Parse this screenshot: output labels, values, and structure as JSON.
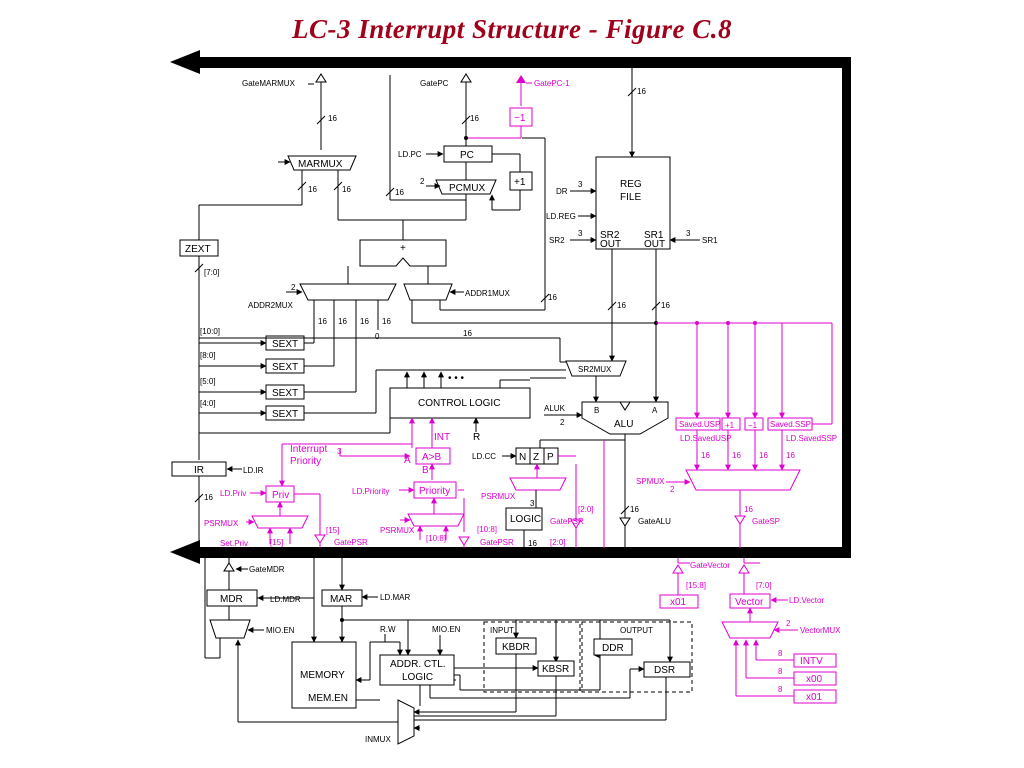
{
  "title": "LC-3 Interrupt Structure  -  Figure C.8",
  "colors": {
    "title": "#a0001a",
    "datapath": "#000000",
    "interrupt_logic": "#e000d0"
  },
  "labels": {
    "gate_marmux": "GateMARMUX",
    "gate_pc": "GatePC",
    "gate_pc_minus1": "GatePC-1",
    "minus_one": "−1",
    "plus_one": "+1",
    "ld_pc": "LD.PC",
    "pc": "PC",
    "pcmux": "PCMUX",
    "marmux": "MARMUX",
    "zext": "ZEXT",
    "seven_zero": "[7:0]",
    "adder": "+",
    "addr2mux": "ADDR2MUX",
    "addr1mux": "ADDR1MUX",
    "ten_zero": "[10:0]",
    "eight_zero": "[8:0]",
    "five_zero": "[5:0]",
    "four_zero": "[4:0]",
    "sext": "SEXT",
    "zero": "0",
    "reg_file_1": "REG",
    "reg_file_2": "FILE",
    "dr": "DR",
    "ld_reg": "LD.REG",
    "sr2": "SR2",
    "sr1": "SR1",
    "sr2_out_1": "SR2",
    "sr2_out_2": "OUT",
    "sr1_out_1": "SR1",
    "sr1_out_2": "OUT",
    "sr2mux": "SR2MUX",
    "control_logic": "CONTROL LOGIC",
    "dots": "• • •",
    "aluk": "ALUK",
    "alu": "ALU",
    "a": "A",
    "b": "B",
    "int": "INT",
    "r": "R",
    "interrupt_priority_1": "Interrupt",
    "interrupt_priority_2": "Priority",
    "a_gt_b": "A>B",
    "ir": "IR",
    "ld_ir": "LD.IR",
    "ld_priv": "LD.Priv",
    "priv": "Priv",
    "psrmux": "PSRMUX",
    "set_priv": "Set.Priv",
    "fifteen_bracket": "[15]",
    "gate_psr": "GatePSR",
    "ld_priority": "LD.Priority",
    "priority": "Priority",
    "ten_eight": "[10:8]",
    "ld_cc": "LD.CC",
    "n": "N",
    "z": "Z",
    "p": "P",
    "logic": "LOGIC",
    "two_zero": "[2:0]",
    "gate_alu": "GateALU",
    "saved_usp": "Saved.USP",
    "saved_ssp": "Saved.SSP",
    "ld_saved_usp": "LD.SavedUSP",
    "ld_saved_ssp": "LD.SavedSSP",
    "spmux": "SPMUX",
    "gate_sp": "GateSP",
    "gate_mdr": "GateMDR",
    "mdr": "MDR",
    "ld_mdr": "LD.MDR",
    "mar": "MAR",
    "ld_mar": "LD.MAR",
    "mio_en": "MIO.EN",
    "memory": "MEMORY",
    "mem_en": "MEM.EN",
    "rw": "R.W",
    "addr_ctl_1": "ADDR. CTL.",
    "addr_ctl_2": "LOGIC",
    "input": "INPUT",
    "output": "OUTPUT",
    "kbdr": "KBDR",
    "kbsr": "KBSR",
    "ddr": "DDR",
    "dsr": "DSR",
    "inmux": "INMUX",
    "gate_vector": "GateVector",
    "fifteen_eight": "[15:8]",
    "x01": "x01",
    "vector": "Vector",
    "ld_vector": "LD.Vector",
    "vectormux": "VectorMUX",
    "intv": "INTV",
    "x00": "x00",
    "x01b": "x01"
  },
  "widths": {
    "w16": "16",
    "w2": "2",
    "w3": "3",
    "w8": "8"
  }
}
